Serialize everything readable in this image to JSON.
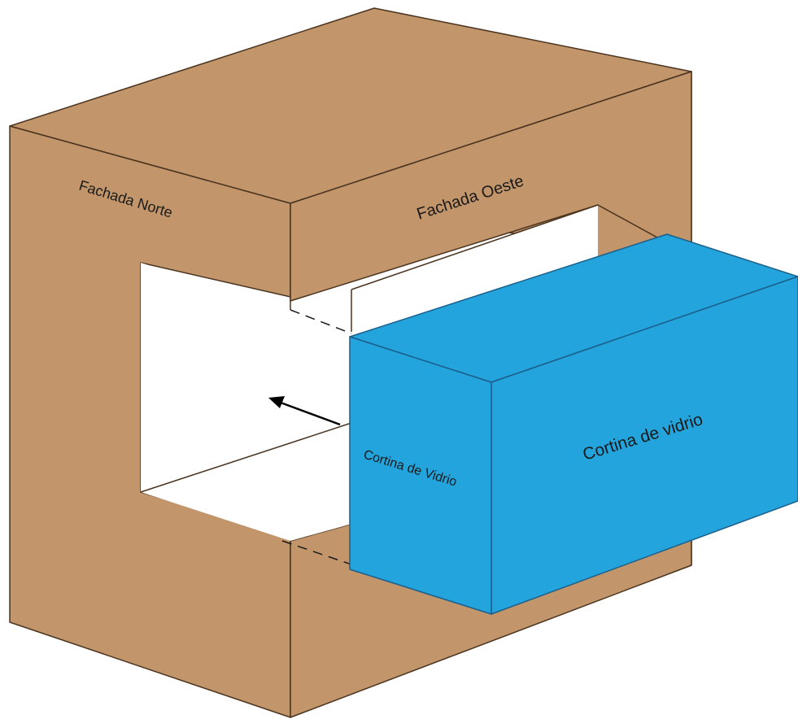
{
  "diagram": {
    "labels": {
      "north_facade": "Fachada Norte",
      "west_facade": "Fachada Oeste",
      "glass_curtain_side": "Cortina de Vidrio",
      "glass_curtain_front": "Cortina de vidrio"
    },
    "colors": {
      "wall": "#c2956a",
      "wall_stroke": "#4a3420",
      "glass": "#24a4dc",
      "glass_stroke": "#1a5f8c",
      "opening": "#ffffff"
    }
  }
}
